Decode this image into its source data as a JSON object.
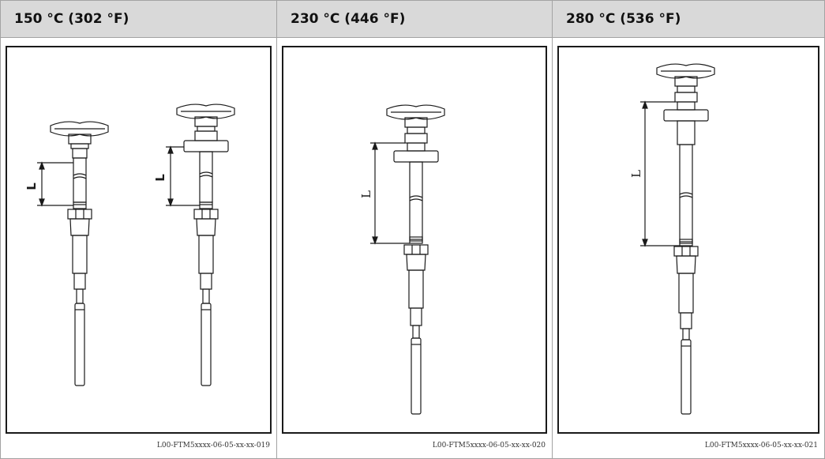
{
  "columns": [
    {
      "header": "150 °C (302 °F)",
      "caption": "L00-FTM5xxxx-06-05-xx-xx-019",
      "dimension_label": "L"
    },
    {
      "header": "230 °C (446 °F)",
      "caption": "L00-FTM5xxxx-06-05-xx-xx-020",
      "dimension_label": "L"
    },
    {
      "header": "280 °C (536 °F)",
      "caption": "L00-FTM5xxxx-06-05-xx-xx-021",
      "dimension_label": "L"
    }
  ],
  "colors": {
    "header_bg": "#d9d9d9",
    "line": "#1a1a1a",
    "grid": "#a3a3a3"
  }
}
